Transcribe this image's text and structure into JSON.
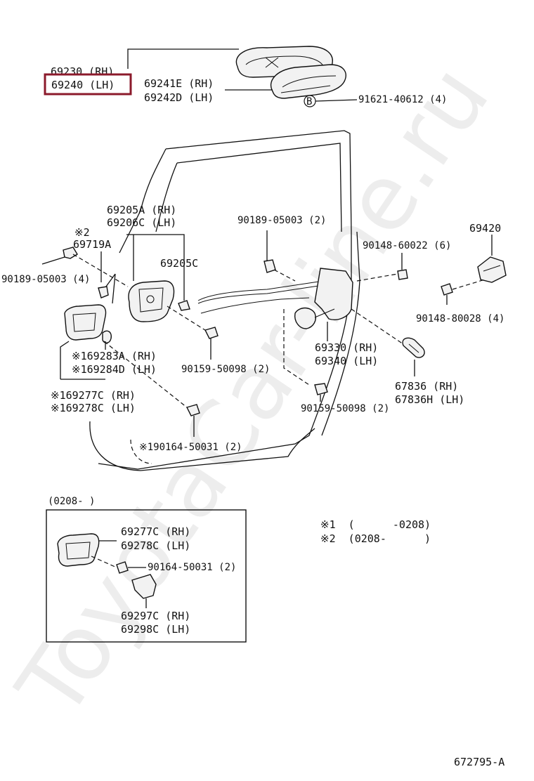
{
  "watermark": "ToyotaCar-line.ru",
  "highlight_color": "#8b1a2b",
  "labels": {
    "p69230": "69230 (RH)",
    "p69240": "69240 (LH)",
    "p69241e": "69241E (RH)",
    "p69242d": "69242D (LH)",
    "callout_b": "B",
    "p91621": "91621-40612 (4)",
    "p69205a": "69205A (RH)",
    "p69206c": "69206C (LH)",
    "note2_69719a": "※2",
    "p69719a": "69719A",
    "p90189_left": "90189-05003 (4)",
    "p69205c": "69205C",
    "p90189_mid": "90189-05003 (2)",
    "p90148_60022": "90148-60022 (6)",
    "p69420": "69420",
    "p90148_80028": "90148-80028 (4)",
    "p69283a": "※169283A (RH)",
    "p69284d": "※169284D (LH)",
    "p90159_left": "90159-50098 (2)",
    "p69330": "69330 (RH)",
    "p69340": "69340 (LH)",
    "p67836": "67836  (RH)",
    "p67836h": "67836H (LH)",
    "p69277c_main": "※169277C (RH)",
    "p69278c_main": "※169278C (LH)",
    "p90159_right": "90159-50098 (2)",
    "p90164_main": "※190164-50031 (2)",
    "inset_title": "(0208-    )",
    "inset_69277c": "69277C (RH)",
    "inset_69278c": "69278C (LH)",
    "inset_90164": "90164-50031 (2)",
    "inset_69297c": "69297C (RH)",
    "inset_69298c": "69298C (LH)",
    "note1": "※1  (      -0208)",
    "note2": "※2  (0208-      )",
    "diagram_id": "672795-A"
  }
}
